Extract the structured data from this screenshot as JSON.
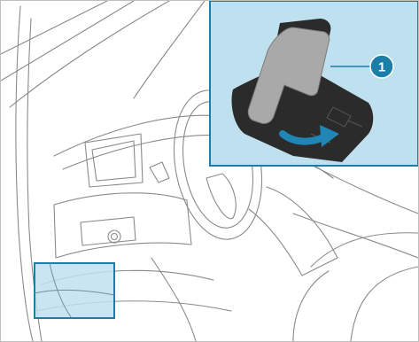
{
  "figure": {
    "callout": {
      "number": "1"
    },
    "colors": {
      "highlight_fill": "#bfe0ee",
      "highlight_border": "#1b7ea8",
      "callout_circle": "#1b7ea8",
      "arrow": "#1f86b5",
      "line_art": "#8a8a8a",
      "component_dark": "#2b2b2b",
      "component_light": "#a9a9a9"
    },
    "icons": [
      "steering-wheel",
      "door-frame",
      "dashboard",
      "rotate-arrow-icon"
    ]
  }
}
